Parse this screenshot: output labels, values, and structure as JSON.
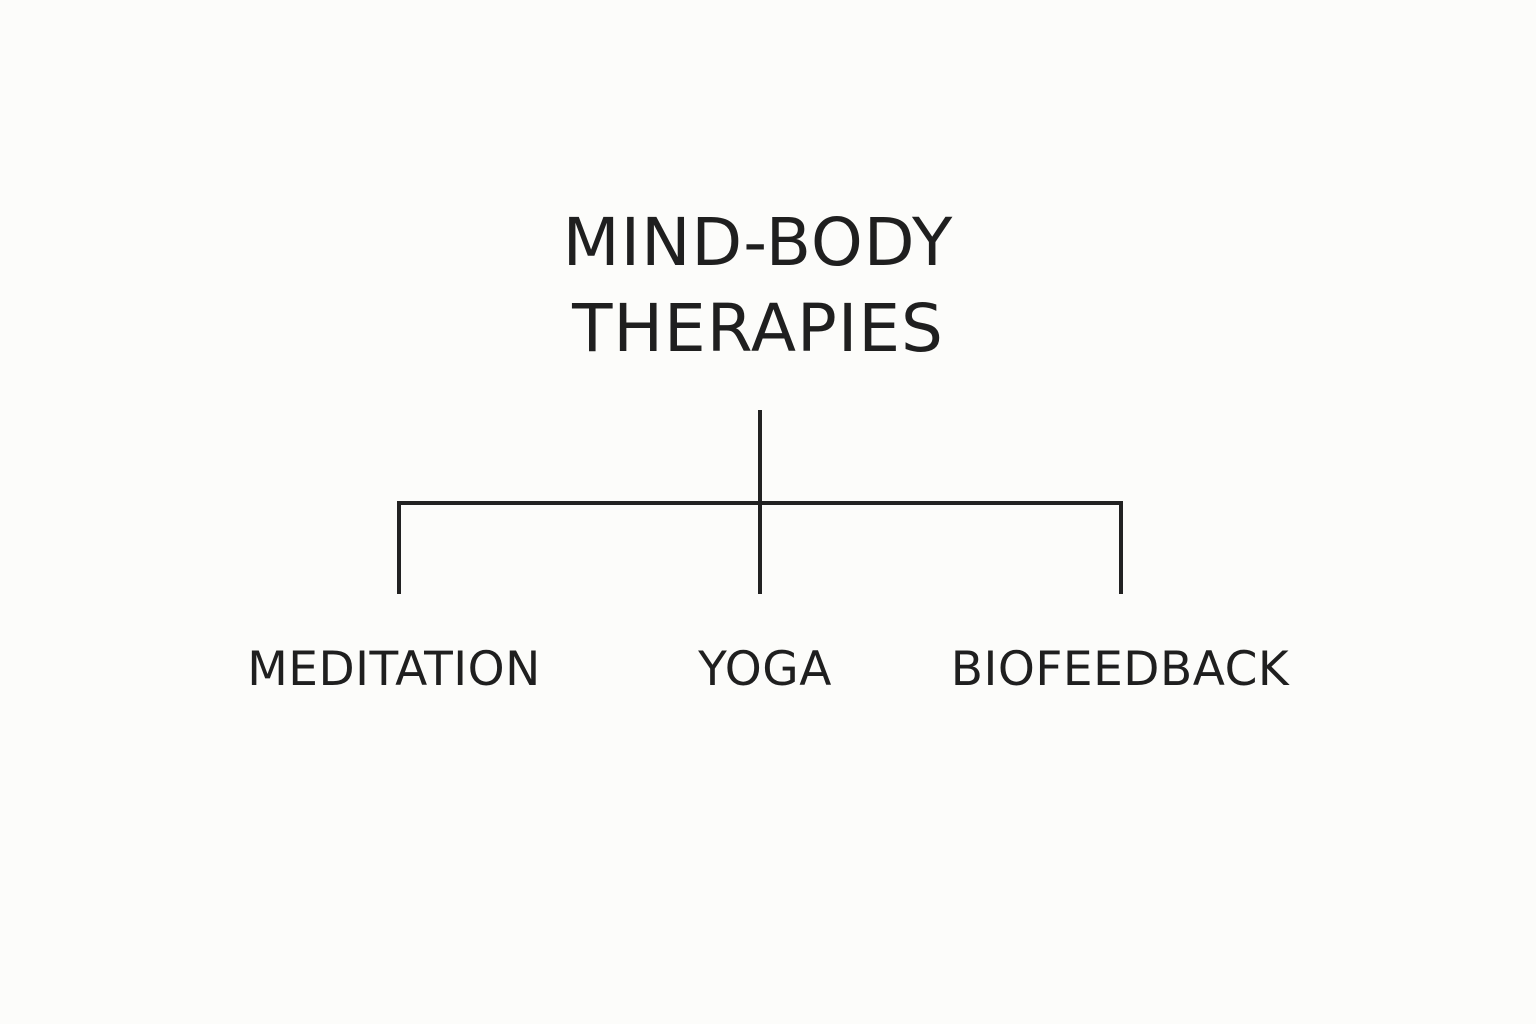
{
  "diagram": {
    "root": {
      "label": "MIND-BODY\nTHERAPIES"
    },
    "children": [
      {
        "label": "MEDITATION"
      },
      {
        "label": "YOGA"
      },
      {
        "label": "BIOFEEDBACK"
      }
    ]
  },
  "colors": {
    "background": "#fcfcfa",
    "text": "#1f1f1f",
    "connector": "#222222"
  }
}
